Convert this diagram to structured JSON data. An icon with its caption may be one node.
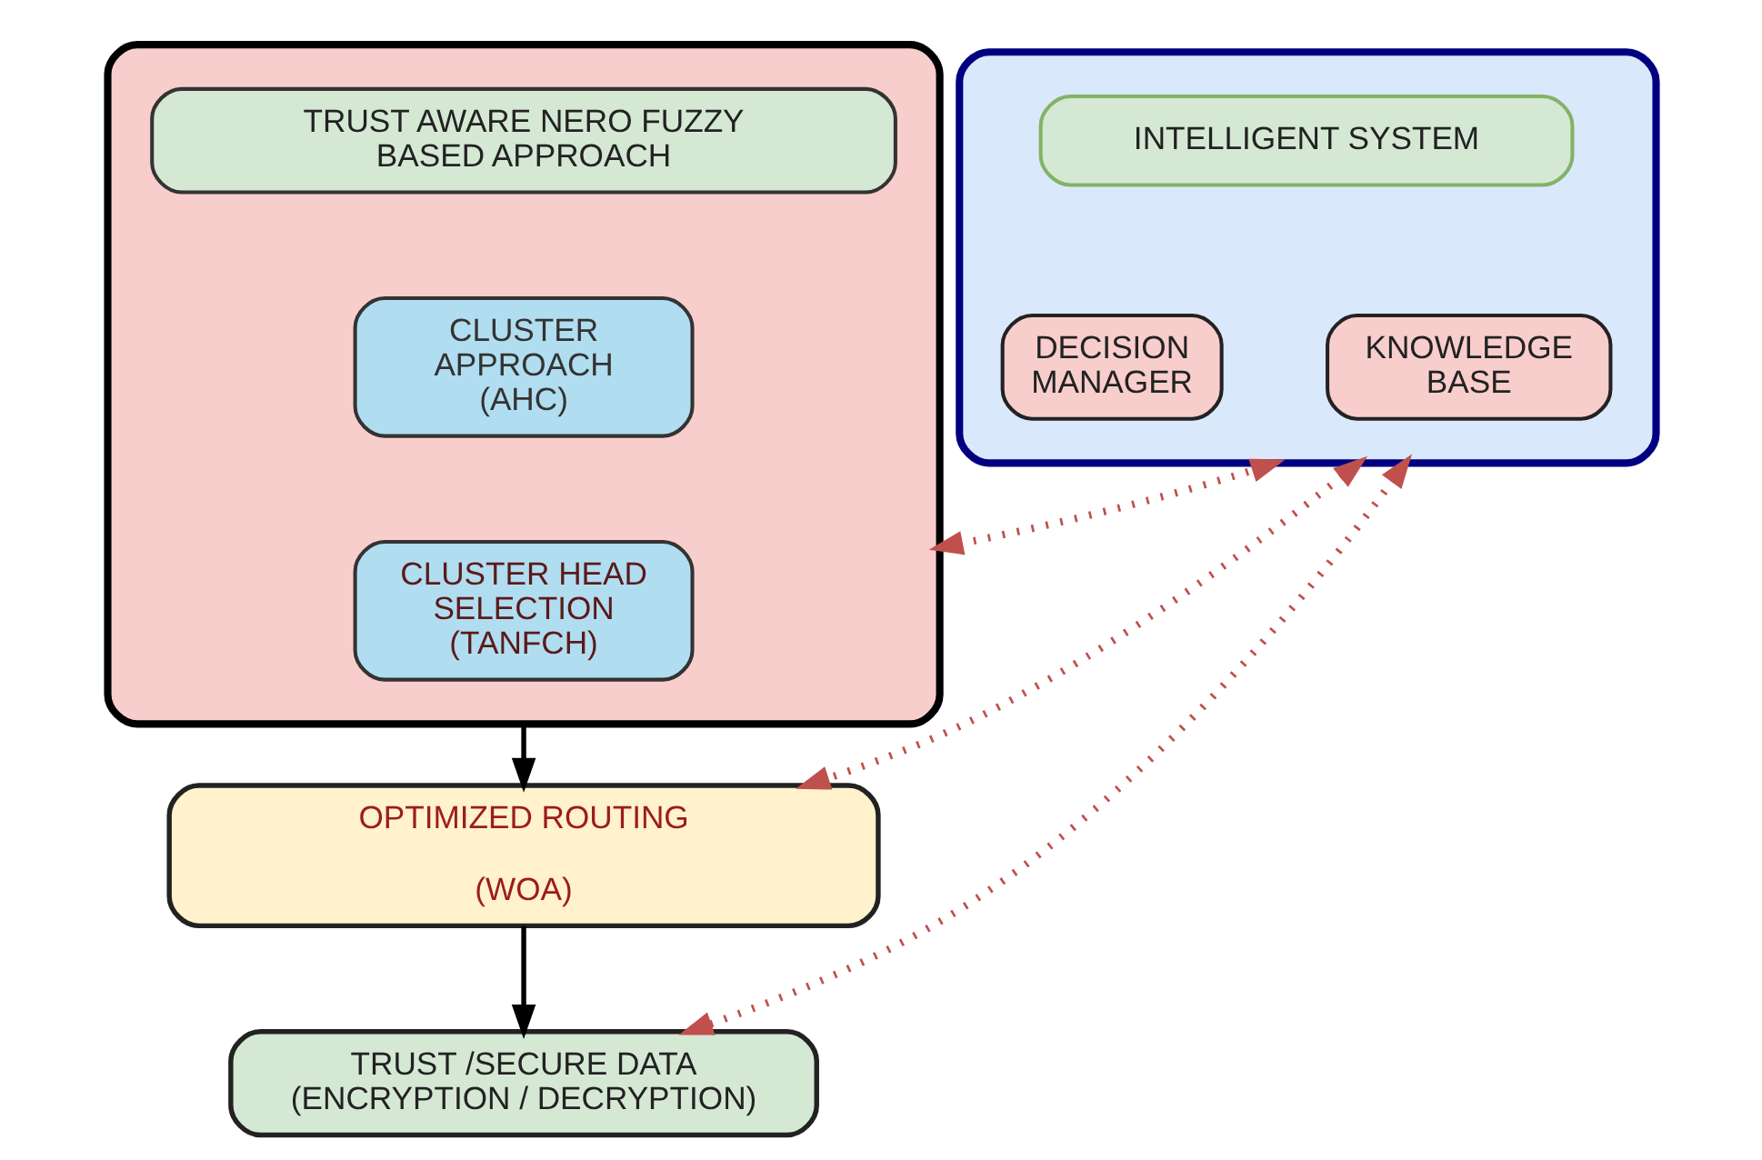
{
  "diagram": {
    "nodes": [
      {
        "text": [],
        "shape": "box"
      },
      {
        "text": [
          "TRUST AWARE NERO FUZZY BASED APPROACH"
        ],
        "in": 0
      },
      {
        "text": [
          "CLUSTER APPROACH (AHC)"
        ],
        "in": 0
      },
      {
        "text": [
          "CLUSTER HEAD SELECTION (TANFCH)"
        ],
        "in": 0
      },
      {
        "text": [],
        "shape": "box"
      },
      {
        "text": [
          "INTELLIGENT SYSTEM"
        ],
        "in": 4
      },
      {
        "text": [
          "DECISION MANAGER"
        ],
        "in": 4
      },
      {
        "text": [
          "KNOWLEDGE BASE"
        ],
        "in": 4
      },
      {
        "text": [
          "OPTIMIZED ROUTING",
          "(WOA)"
        ]
      },
      {
        "text": [
          "TRUST /SECURE DATA (ENCRYPTION / DECRYPTION)"
        ]
      }
    ],
    "edges": [
      {
        "from": 0,
        "to": 8,
        "arrow": "to",
        "color": "#000000"
      },
      {
        "from": 8,
        "to": 9,
        "arrow": "to",
        "color": "#000000"
      },
      {
        "from": 0,
        "to": 4,
        "arrow": "both",
        "style": "dashed",
        "color": "#c0504d"
      },
      {
        "from": 4,
        "to": 8,
        "arrow": "both",
        "style": "dashed",
        "color": "#c0504d"
      },
      {
        "from": 4,
        "to": 9,
        "arrow": "both",
        "style": "dashed",
        "color": "#c0504d"
      }
    ]
  }
}
